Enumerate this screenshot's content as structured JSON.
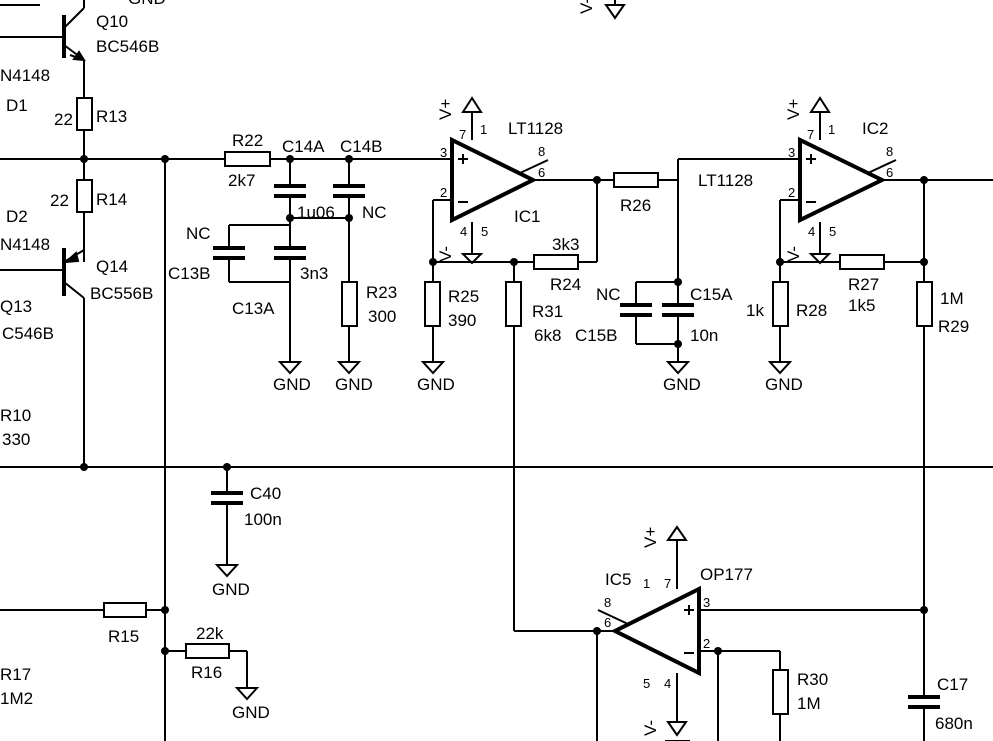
{
  "labels": {
    "gnd": "GND",
    "vplus": "V+",
    "vminus": "V-",
    "q10": "Q10",
    "bc546b_q10": "BC546B",
    "n4148_top": "N4148",
    "d1": "D1",
    "r13_val": "22",
    "r13": "R13",
    "r14_val": "22",
    "r14": "R14",
    "d2": "D2",
    "n4148_bot": "N4148",
    "q14": "Q14",
    "bc556b": "BC556B",
    "q13": "Q13",
    "c546b": "C546B",
    "r10": "R10",
    "r10_val": "330",
    "r22": "R22",
    "r22_val": "2k7",
    "c14a": "C14A",
    "c14b": "C14B",
    "c14a_val": "1u06",
    "c14b_val": "NC",
    "c13b_val": "NC",
    "c13b": "C13B",
    "c13a": "C13A",
    "c13a_val": "3n3",
    "r23": "R23",
    "r23_val": "300",
    "ic1_part": "LT1128",
    "ic1": "IC1",
    "r24_val": "3k3",
    "r24": "R24",
    "r25": "R25",
    "r25_val": "390",
    "r31": "R31",
    "r31_val": "6k8",
    "r26": "R26",
    "ic2_part": "LT1128",
    "ic2": "IC2",
    "c15b_val": "NC",
    "c15b": "C15B",
    "c15a": "C15A",
    "c15a_val": "10n",
    "r28_val": "1k",
    "r28": "R28",
    "r27": "R27",
    "r27_val": "1k5",
    "r29_val": "1M",
    "r29": "R29",
    "c40": "C40",
    "c40_val": "100n",
    "r15": "R15",
    "r16_val": "22k",
    "r16": "R16",
    "r17": "R17",
    "r17_val": "1M2",
    "ic5": "IC5",
    "ic5_part": "OP177",
    "r30": "R30",
    "r30_val": "1M",
    "c17": "C17",
    "c17_val": "680n"
  },
  "pins": {
    "ic1": {
      "p7": "7",
      "p1": "1",
      "p8": "8",
      "p3": "3",
      "p6": "6",
      "p2": "2",
      "p4": "4",
      "p5": "5"
    },
    "ic2": {
      "p7": "7",
      "p1": "1",
      "p8": "8",
      "p3": "3",
      "p6": "6",
      "p2": "2",
      "p4": "4",
      "p5": "5"
    },
    "ic5": {
      "p1": "1",
      "p7": "7",
      "p8": "8",
      "p6": "6",
      "p3": "3",
      "p2": "2",
      "p5": "5",
      "p4": "4"
    },
    "plus": "+",
    "minus": "−"
  }
}
